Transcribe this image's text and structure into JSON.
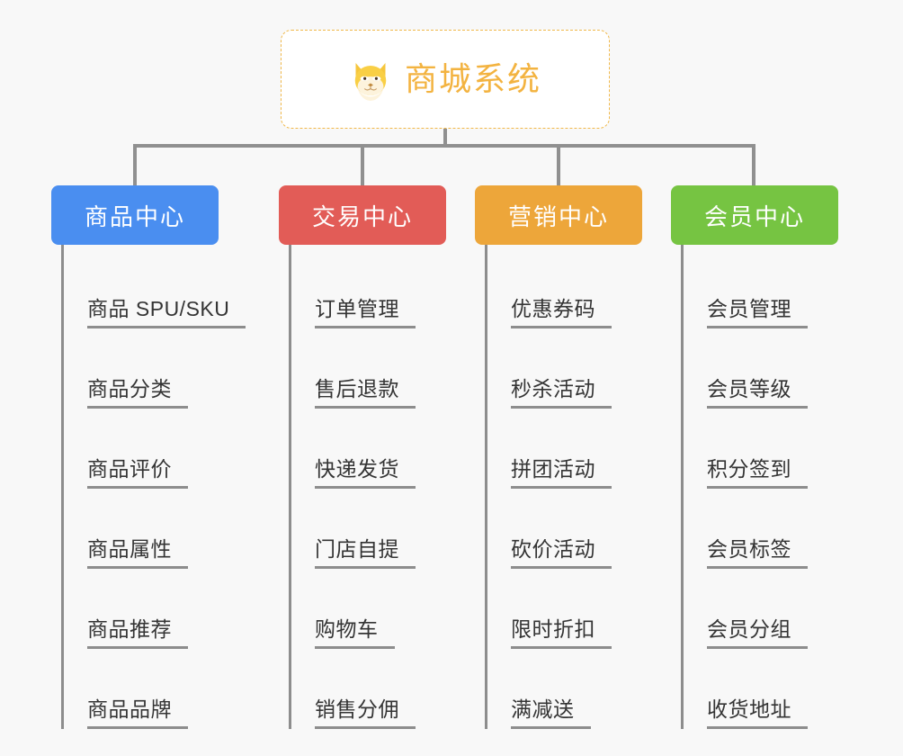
{
  "root": {
    "title": "商城系统",
    "icon": "shiba-dog-face-icon",
    "accent_color": "#f3b340",
    "border_color": "#f0b84a",
    "background": "#ffffff"
  },
  "canvas": {
    "background": "#f8f8f8",
    "connector_color": "#909090"
  },
  "categories": [
    {
      "label": "商品中心",
      "color": "#4a8ef0",
      "items": [
        "商品 SPU/SKU",
        "商品分类",
        "商品评价",
        "商品属性",
        "商品推荐",
        "商品品牌"
      ]
    },
    {
      "label": "交易中心",
      "color": "#e25c57",
      "items": [
        "订单管理",
        "售后退款",
        "快递发货",
        "门店自提",
        "购物车",
        "销售分佣"
      ]
    },
    {
      "label": "营销中心",
      "color": "#eda63a",
      "items": [
        "优惠券码",
        "秒杀活动",
        "拼团活动",
        "砍价活动",
        "限时折扣",
        "满减送"
      ]
    },
    {
      "label": "会员中心",
      "color": "#76c442",
      "items": [
        "会员管理",
        "会员等级",
        "积分签到",
        "会员标签",
        "会员分组",
        "收货地址"
      ]
    }
  ]
}
